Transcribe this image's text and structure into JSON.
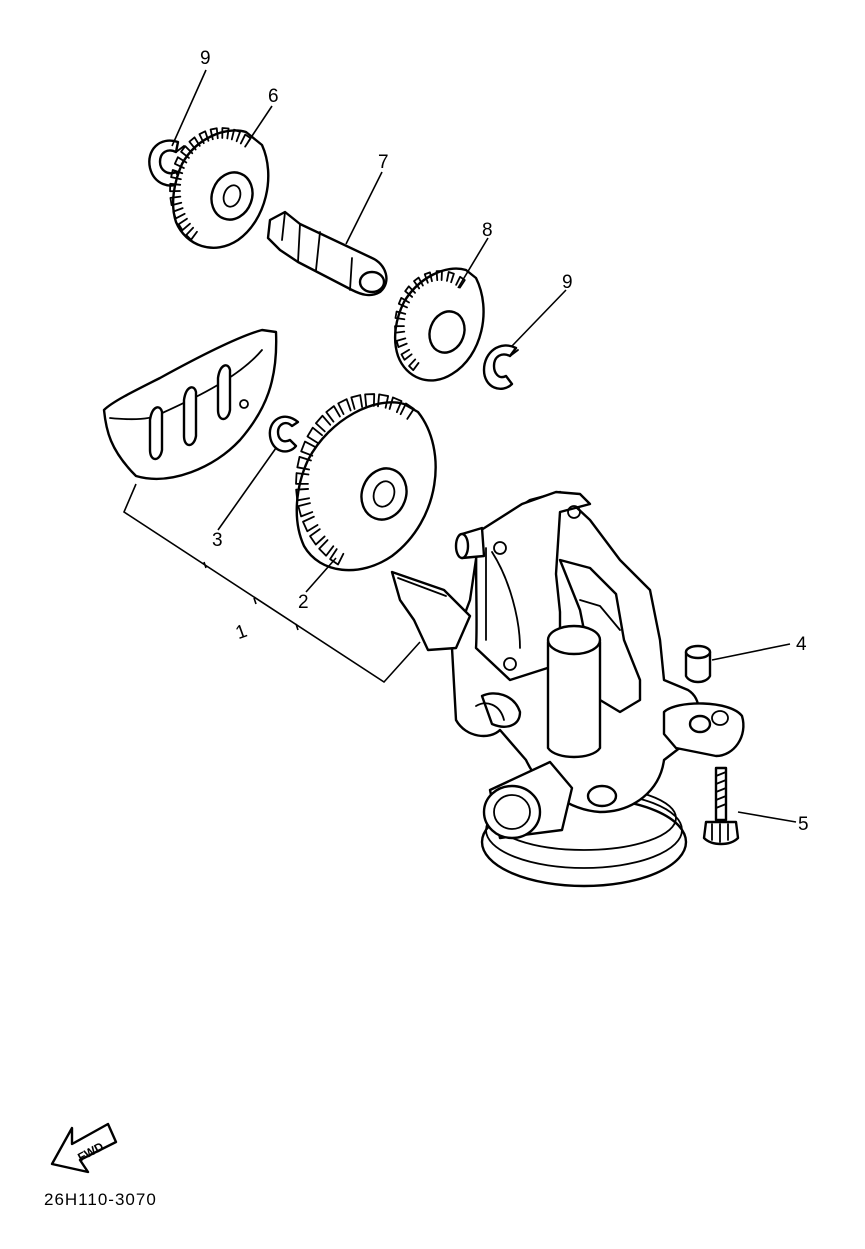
{
  "callouts": {
    "c1": "1",
    "c2": "2",
    "c3": "3",
    "c4": "4",
    "c5": "5",
    "c6": "6",
    "c7": "7",
    "c8": "8",
    "c9a": "9",
    "c9b": "9"
  },
  "fwd_label": "FWD",
  "drawing_code": "26H110-3070"
}
